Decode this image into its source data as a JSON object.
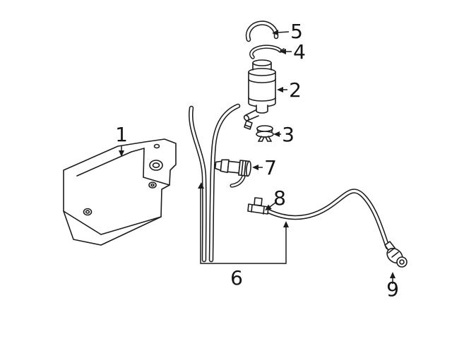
{
  "diagram": {
    "background": "#ffffff",
    "ink": "#1c1c1c",
    "type": "exploded-parts-diagram",
    "callouts": [
      {
        "num": "1"
      },
      {
        "num": "2"
      },
      {
        "num": "3"
      },
      {
        "num": "4"
      },
      {
        "num": "5"
      },
      {
        "num": "6"
      },
      {
        "num": "7"
      },
      {
        "num": "8"
      },
      {
        "num": "9"
      }
    ]
  }
}
